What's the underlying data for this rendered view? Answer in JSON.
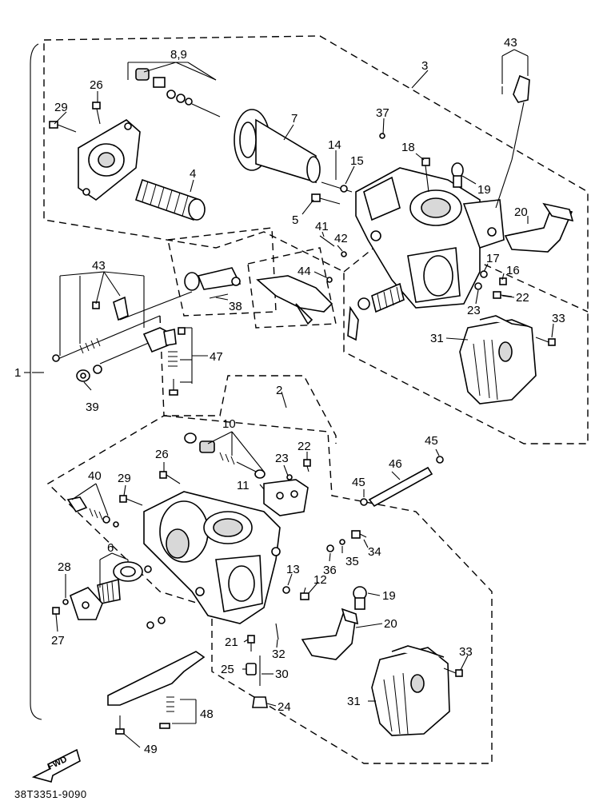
{
  "diagram": {
    "labels": {
      "l1": "1",
      "l2": "2",
      "l3": "3",
      "l4": "4",
      "l5": "5",
      "l6": "6",
      "l7": "7",
      "l89": "8,9",
      "l10": "10",
      "l11": "11",
      "l12": "12",
      "l13": "13",
      "l14": "14",
      "l15": "15",
      "l16": "16",
      "l17": "17",
      "l18": "18",
      "l19a": "19",
      "l19b": "19",
      "l20a": "20",
      "l20b": "20",
      "l21": "21",
      "l22a": "22",
      "l22b": "22",
      "l23a": "23",
      "l23b": "23",
      "l24": "24",
      "l25": "25",
      "l26a": "26",
      "l26b": "26",
      "l27": "27",
      "l28": "28",
      "l29a": "29",
      "l29b": "29",
      "l30": "30",
      "l31a": "31",
      "l31b": "31",
      "l32": "32",
      "l33a": "33",
      "l33b": "33",
      "l34": "34",
      "l35": "35",
      "l36": "36",
      "l37": "37",
      "l38": "38",
      "l39": "39",
      "l40": "40",
      "l41": "41",
      "l42": "42",
      "l43a": "43",
      "l43b": "43",
      "l44": "44",
      "l45a": "45",
      "l45b": "45",
      "l46": "46",
      "l47": "47",
      "l48": "48",
      "l49": "49"
    },
    "fwd_label": "FWD",
    "drawing_code": "38T3351-9090"
  }
}
